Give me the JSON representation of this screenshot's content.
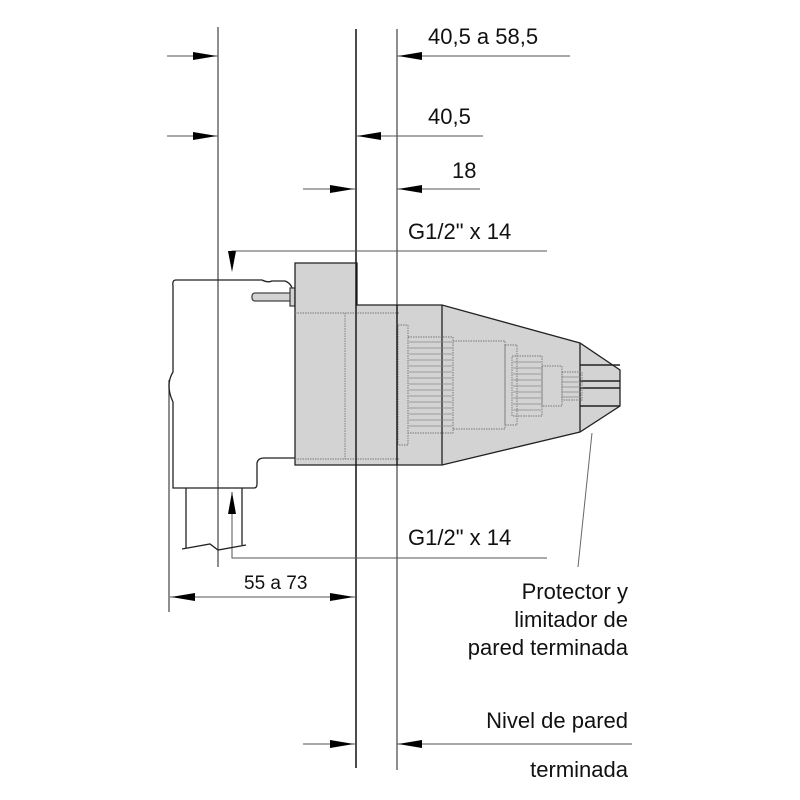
{
  "diagram": {
    "type": "technical-drawing",
    "subject": "Concealed valve body installation dimensions",
    "colors": {
      "body_fill": "#d3d3d3",
      "line": "#222222",
      "dim_line": "#555555",
      "background": "#ffffff"
    },
    "dimensions": {
      "top_range": "40,5 a 58,5",
      "mid": "40,5",
      "wall_gap": "18",
      "thread_top": "G1/2\" x 14",
      "thread_bottom": "G1/2\" x 14",
      "depth_range": "55 a 73"
    },
    "annotations": {
      "protector_line1": "Protector y",
      "protector_line2": "limitador de",
      "protector_line3": "pared terminada",
      "wall_level_line1": "Nivel de pared",
      "wall_level_line2": "terminada"
    }
  }
}
